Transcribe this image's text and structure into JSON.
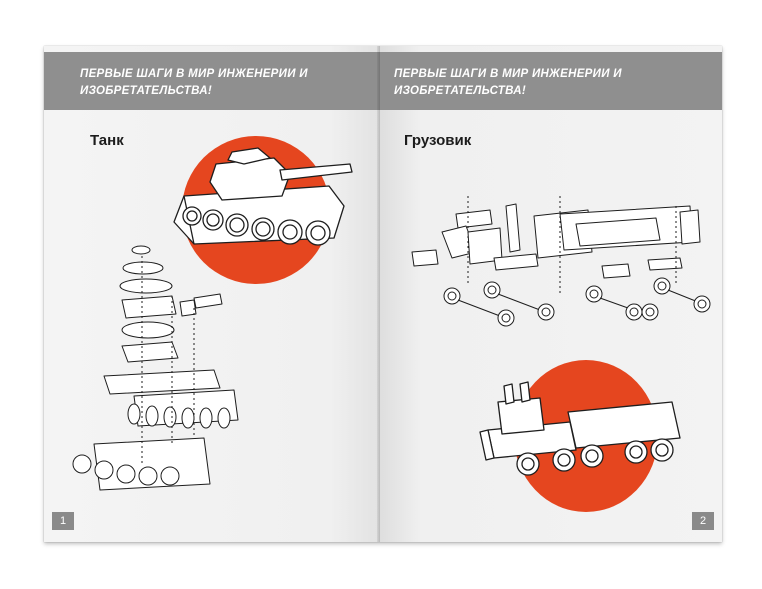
{
  "booklet": {
    "header_text": "ПЕРВЫЕ ШАГИ В МИР ИНЖЕНЕРИИ И ИЗОБРЕТАТЕЛЬСТВА!",
    "left_page": {
      "model_title": "Танк",
      "page_number": "1"
    },
    "right_page": {
      "model_title": "Грузовик",
      "page_number": "2"
    }
  },
  "colors": {
    "banner": "#8f8f8f",
    "accent_orange": "#e5461f",
    "paper": "#f2f2f2",
    "line": "#1e1e1e"
  }
}
